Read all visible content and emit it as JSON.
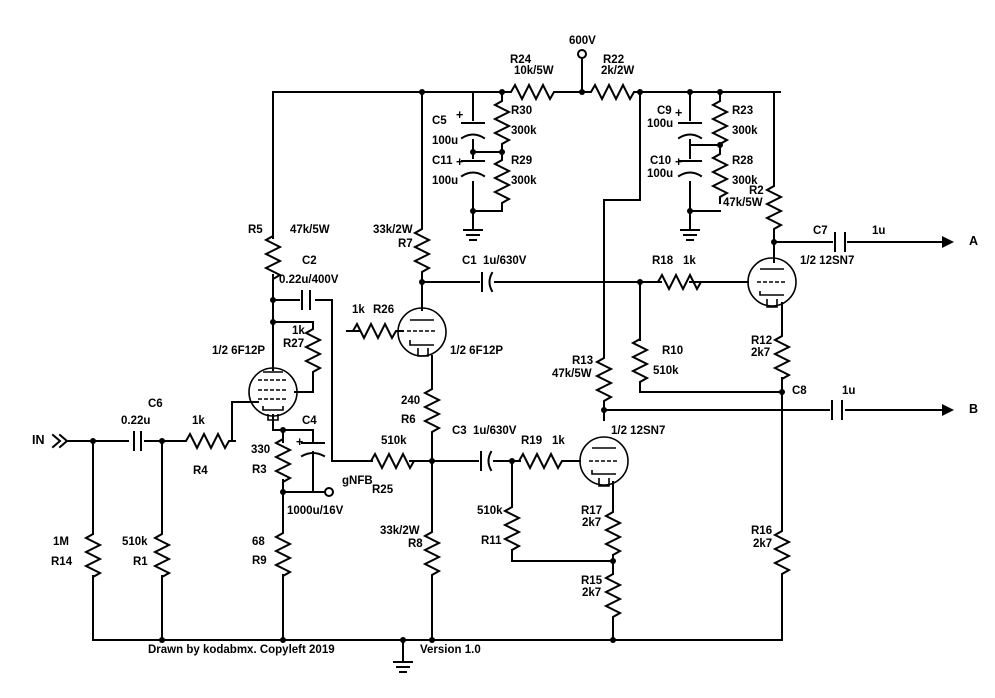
{
  "schematic": {
    "supply": {
      "label": "600V"
    },
    "input": {
      "label": "IN"
    },
    "outputs": [
      {
        "label": "A"
      },
      {
        "label": "B"
      }
    ],
    "footer": {
      "credit": "Drawn by kodabmx. Copyleft 2019",
      "version": "Version 1.0"
    },
    "feedback": {
      "label": "gNFB"
    },
    "tubes": {
      "v1": "1/2 6F12P",
      "v2": "1/2 6F12P",
      "v3": "1/2 12SN7",
      "v4": "1/2 12SN7"
    },
    "resistors": {
      "R1": {
        "name": "R1",
        "value": "510k"
      },
      "R2": {
        "name": "R2",
        "value": "47k/5W"
      },
      "R3": {
        "name": "R3",
        "value": "330"
      },
      "R4": {
        "name": "R4",
        "value": "1k"
      },
      "R5": {
        "name": "R5",
        "value": "47k/5W"
      },
      "R6": {
        "name": "R6",
        "value": "240"
      },
      "R7": {
        "name": "R7",
        "value": "33k/2W"
      },
      "R8": {
        "name": "R8",
        "value": "33k/2W"
      },
      "R9": {
        "name": "R9",
        "value": "68"
      },
      "R10": {
        "name": "R10",
        "value": "510k"
      },
      "R11": {
        "name": "R11",
        "value": "510k"
      },
      "R12": {
        "name": "R12",
        "value": "2k7"
      },
      "R13": {
        "name": "R13",
        "value": "47k/5W"
      },
      "R14": {
        "name": "R14",
        "value": "1M"
      },
      "R15": {
        "name": "R15",
        "value": "2k7"
      },
      "R16": {
        "name": "R16",
        "value": "2k7"
      },
      "R17": {
        "name": "R17",
        "value": "2k7"
      },
      "R18": {
        "name": "R18",
        "value": "1k"
      },
      "R19": {
        "name": "R19",
        "value": "1k"
      },
      "R22": {
        "name": "R22",
        "value": "2k/2W"
      },
      "R23": {
        "name": "R23",
        "value": "300k"
      },
      "R24": {
        "name": "R24",
        "value": "10k/5W"
      },
      "R25": {
        "name": "R25",
        "value": "510k"
      },
      "R26": {
        "name": "R26",
        "value": "1k"
      },
      "R27": {
        "name": "R27",
        "value": "1k"
      },
      "R28": {
        "name": "R28",
        "value": "300k"
      },
      "R29": {
        "name": "R29",
        "value": "300k"
      },
      "R30": {
        "name": "R30",
        "value": "300k"
      }
    },
    "capacitors": {
      "C1": {
        "name": "C1",
        "value": "1u/630V"
      },
      "C2": {
        "name": "C2",
        "value": "0.22u/400V"
      },
      "C3": {
        "name": "C3",
        "value": "1u/630V"
      },
      "C4": {
        "name": "C4",
        "value": "1000u/16V"
      },
      "C5": {
        "name": "C5",
        "value": "100u"
      },
      "C6": {
        "name": "C6",
        "value": "0.22u"
      },
      "C7": {
        "name": "C7",
        "value": "1u"
      },
      "C8": {
        "name": "C8",
        "value": "1u"
      },
      "C9": {
        "name": "C9",
        "value": "100u"
      },
      "C10": {
        "name": "C10",
        "value": "100u"
      },
      "C11": {
        "name": "C11",
        "value": "100u"
      }
    }
  }
}
